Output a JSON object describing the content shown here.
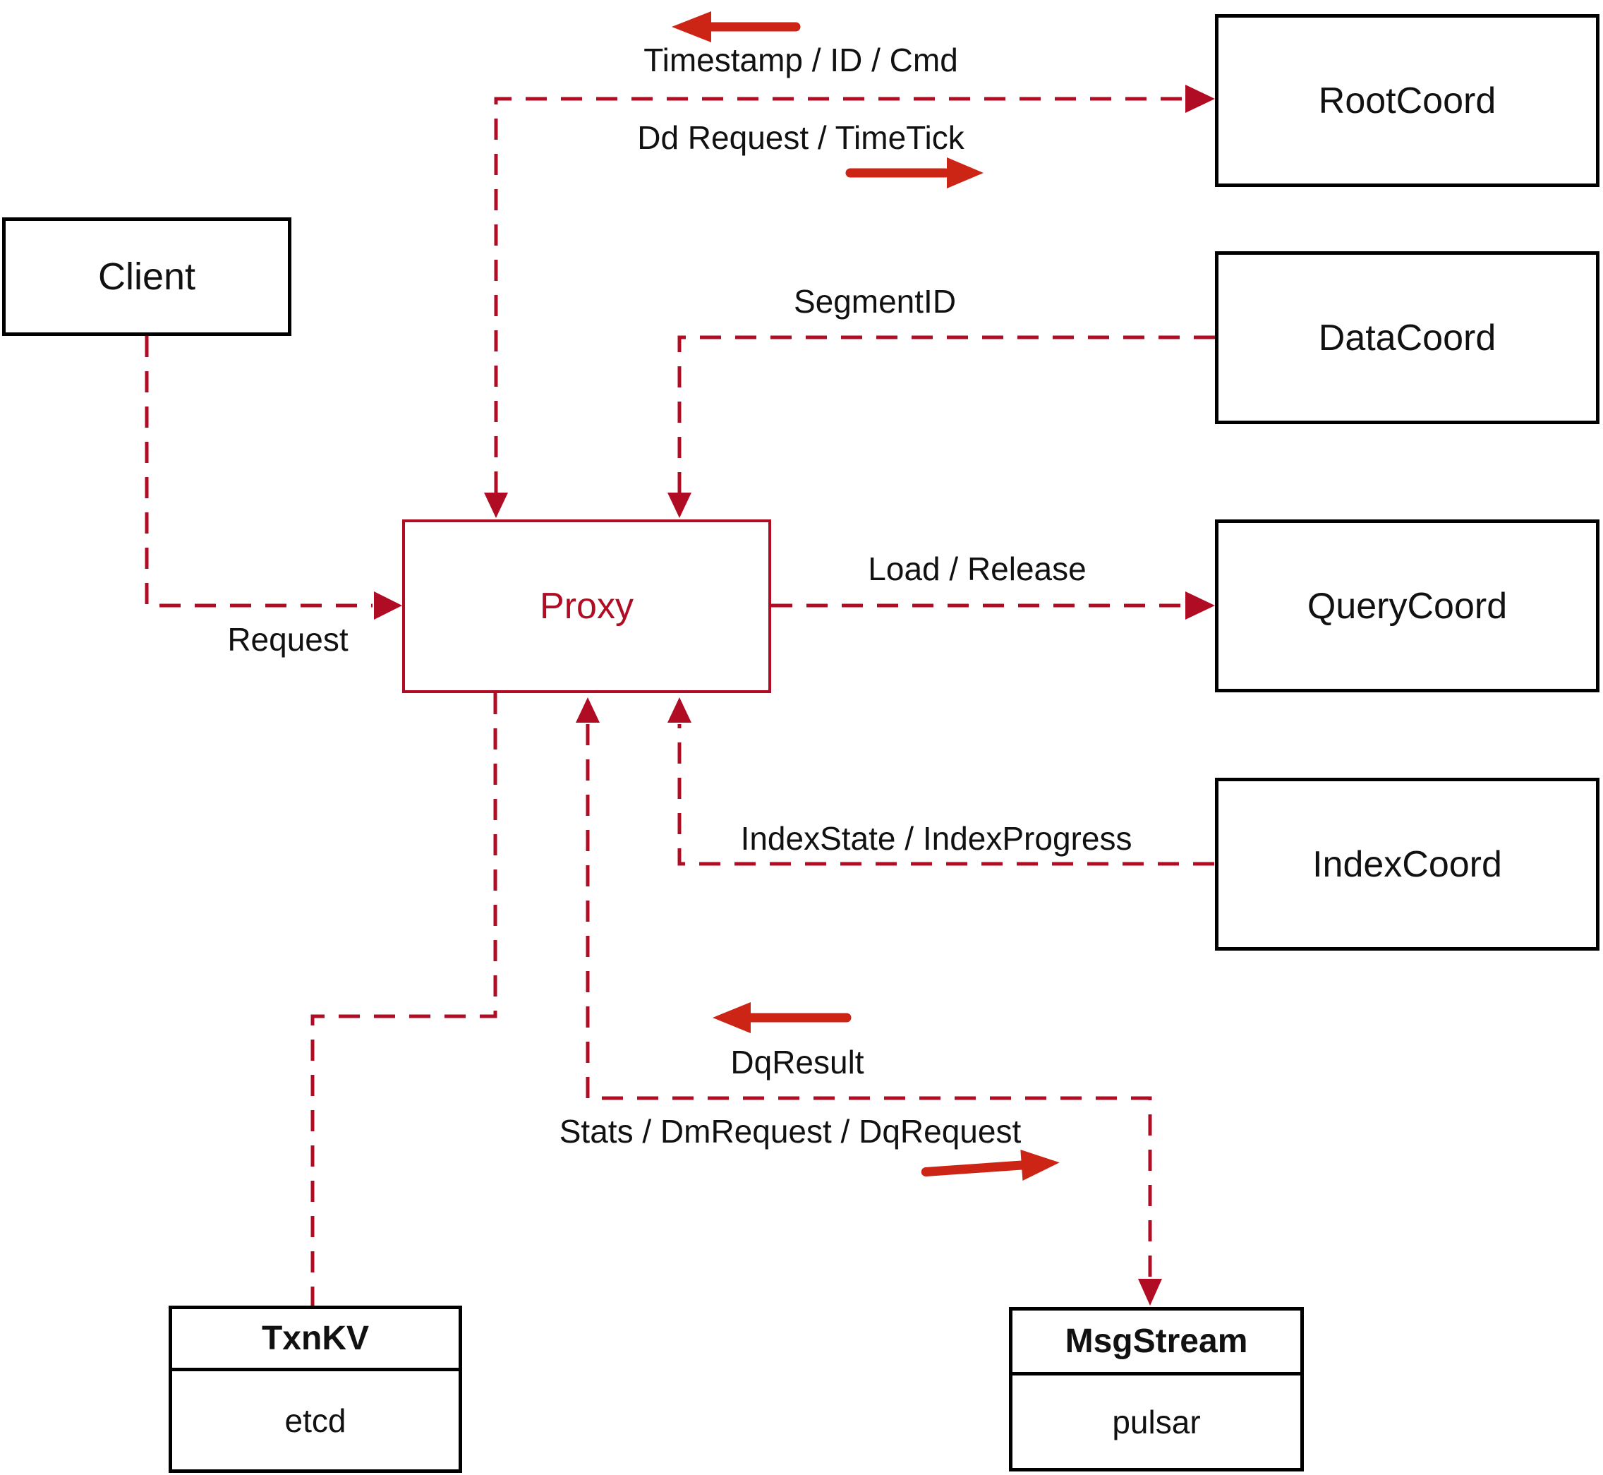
{
  "diagram": {
    "nodes": {
      "client": {
        "label": "Client"
      },
      "proxy": {
        "label": "Proxy"
      },
      "root_coord": {
        "label": "RootCoord"
      },
      "data_coord": {
        "label": "DataCoord"
      },
      "query_coord": {
        "label": "QueryCoord"
      },
      "index_coord": {
        "label": "IndexCoord"
      },
      "txn_kv": {
        "title": "TxnKV",
        "subtitle": "etcd"
      },
      "msg_stream": {
        "title": "MsgStream",
        "subtitle": "pulsar"
      }
    },
    "edge_labels": {
      "timestamp_id_cmd": "Timestamp / ID / Cmd",
      "dd_request_timetick": "Dd Request / TimeTick",
      "segment_id": "SegmentID",
      "request": "Request",
      "load_release": "Load / Release",
      "index_state": "IndexState / IndexProgress",
      "dq_result": "DqResult",
      "stats_dm_dq": "Stats / DmRequest / DqRequest"
    },
    "colors": {
      "dash": "#b00d24",
      "solid": "#cc2516",
      "border": "#000000",
      "text": "#111111"
    }
  }
}
